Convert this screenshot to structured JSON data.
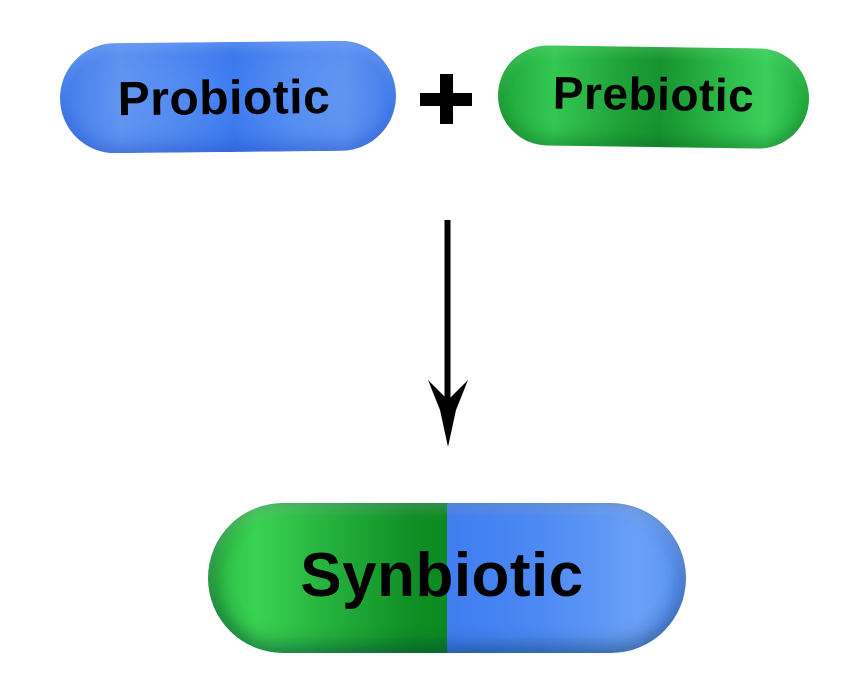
{
  "diagram": {
    "title": "Probiotic + Prebiotic = Synbiotic",
    "nodes": [
      {
        "id": "probiotic",
        "label": "Probiotic",
        "color": "#4a86f0",
        "shape": "capsule"
      },
      {
        "id": "prebiotic",
        "label": "Prebiotic",
        "color": "#1fa83a",
        "shape": "capsule"
      },
      {
        "id": "synbiotic",
        "label": "Synbiotic",
        "colors": [
          "#2ab843",
          "#4d8af3"
        ],
        "shape": "split-capsule"
      }
    ],
    "operator": {
      "symbol": "+",
      "icon": "plus-icon"
    },
    "edges": [
      {
        "from": [
          "probiotic",
          "prebiotic"
        ],
        "to": "synbiotic",
        "icon": "arrow-down-icon"
      }
    ]
  }
}
